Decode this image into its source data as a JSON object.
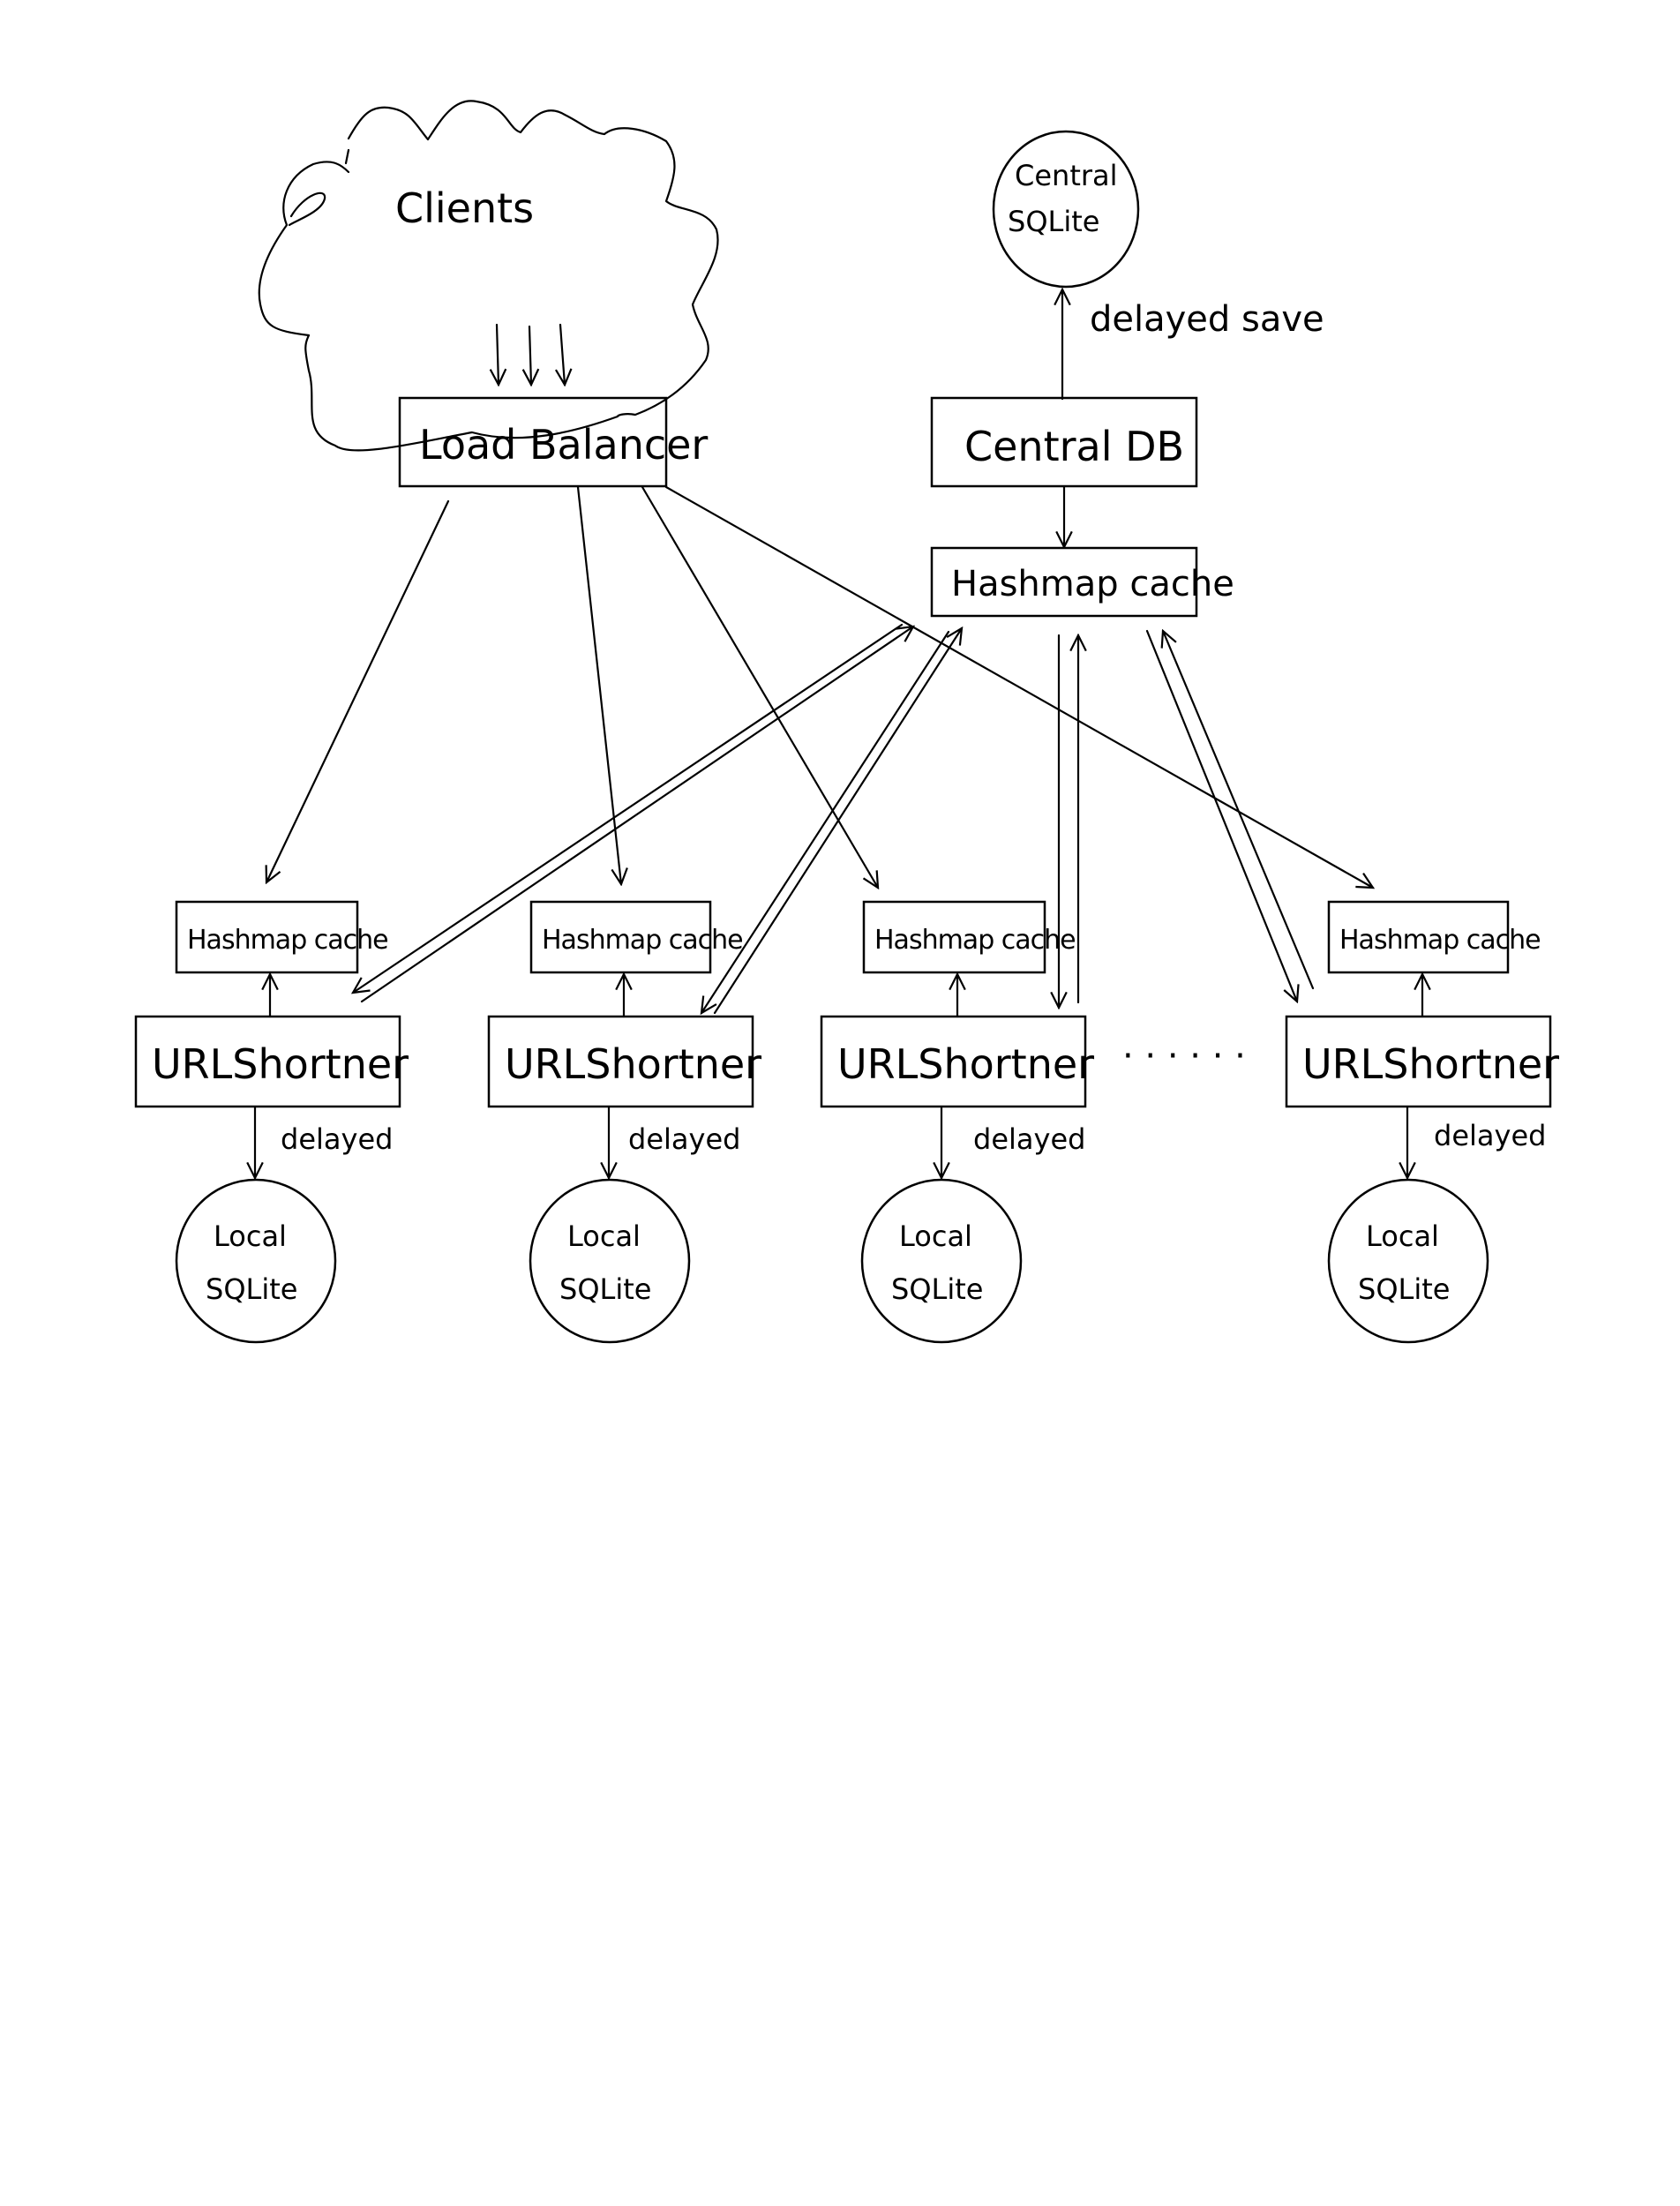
{
  "diagram": {
    "title": "URL Shortener Architecture (hand-drawn)",
    "clients": {
      "label": "Clients",
      "shape": "cloud"
    },
    "load_balancer": {
      "label": "Load Balancer"
    },
    "central": {
      "db_label": "Central DB",
      "cache_label": "Hashmap cache",
      "sqlite_label_line1": "Central",
      "sqlite_label_line2": "SQLite",
      "save_edge_label": "delayed save"
    },
    "nodes": [
      {
        "cache_label": "Hashmap cache",
        "service_label": "URLShortner",
        "edge_label": "delayed",
        "sqlite_line1": "Local",
        "sqlite_line2": "SQLite"
      },
      {
        "cache_label": "Hashmap cache",
        "service_label": "URLShortner",
        "edge_label": "delayed",
        "sqlite_line1": "Local",
        "sqlite_line2": "SQLite"
      },
      {
        "cache_label": "Hashmap cache",
        "service_label": "URLShortner",
        "edge_label": "delayed",
        "sqlite_line1": "Local",
        "sqlite_line2": "SQLite"
      },
      {
        "cache_label": "Hashmap cache",
        "service_label": "URLShortner",
        "edge_label": "delayed",
        "sqlite_line1": "Local",
        "sqlite_line2": "SQLite"
      }
    ],
    "ellipsis": "· · · · · ·",
    "edges": [
      {
        "from": "clients",
        "to": "load_balancer",
        "count": 3
      },
      {
        "from": "load_balancer",
        "to": "node-0-cache"
      },
      {
        "from": "load_balancer",
        "to": "node-1-cache"
      },
      {
        "from": "load_balancer",
        "to": "node-2-cache"
      },
      {
        "from": "load_balancer",
        "to": "node-3-cache"
      },
      {
        "from": "central-db",
        "to": "central-sqlite",
        "label": "delayed save"
      },
      {
        "from": "central-db",
        "to": "central-cache"
      },
      {
        "from": "node-service",
        "to": "central-cache",
        "bidirectional": true
      },
      {
        "from": "node-service",
        "to": "node-cache"
      },
      {
        "from": "node-service",
        "to": "local-sqlite",
        "label": "delayed"
      }
    ]
  }
}
